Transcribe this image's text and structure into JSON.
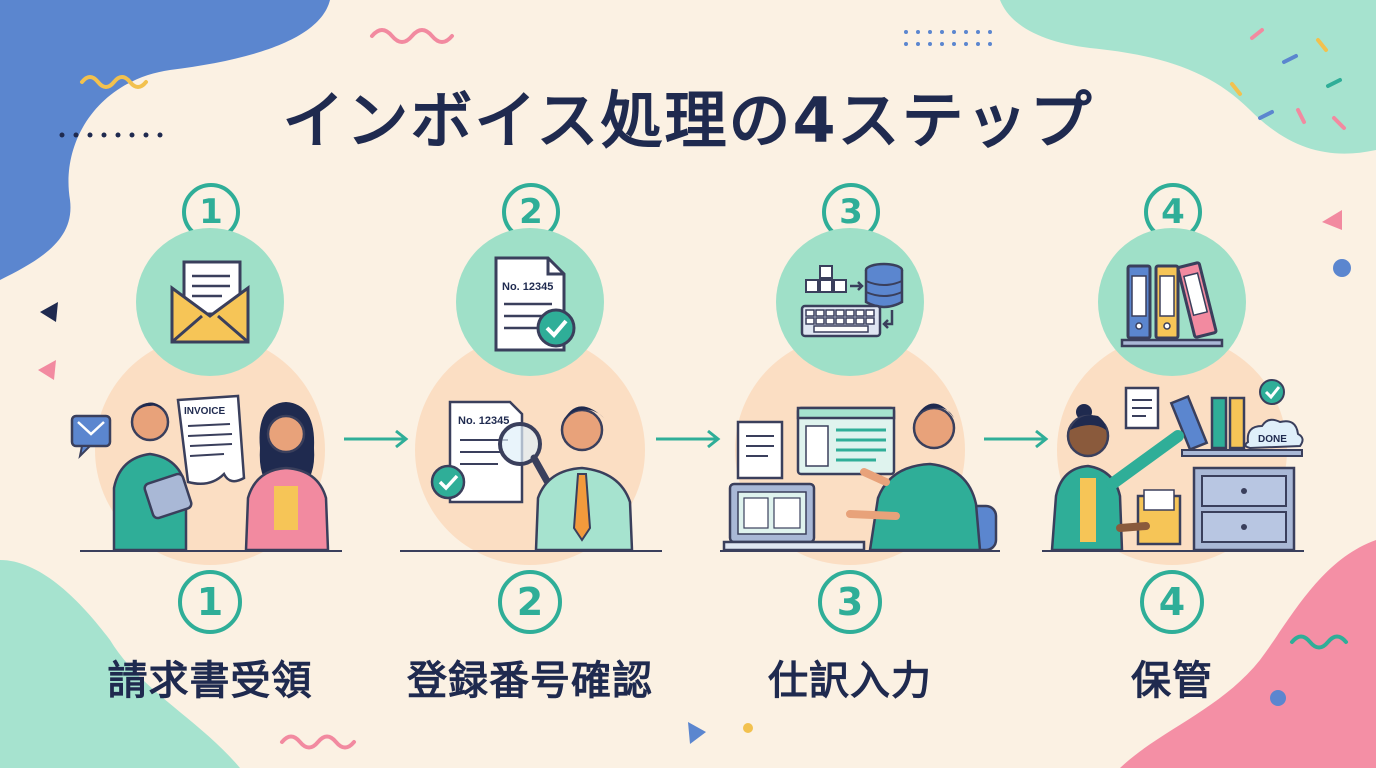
{
  "title": "インボイス処理の4ステップ",
  "steps": [
    {
      "number": "1",
      "label": "請求書受領",
      "icon": "envelope-with-letter-icon",
      "scene_text": "INVOICE",
      "scene_icon": "mail-chat-bubble-icon"
    },
    {
      "number": "2",
      "label": "登録番号確認",
      "icon": "document-check-icon",
      "icon_text": "No. 12345",
      "scene_text": "No. 12345",
      "scene_icon": "magnifier-icon"
    },
    {
      "number": "3",
      "label": "仕訳入力",
      "icon": "keyboard-database-icon",
      "scene_icon": "laptop-icon"
    },
    {
      "number": "4",
      "label": "保管",
      "icon": "binders-shelf-icon",
      "scene_text": "DONE",
      "scene_icon": "cabinet-icon"
    }
  ],
  "colors": {
    "background": "#fbf1e3",
    "accent": "#2fae98",
    "title": "#1f2a4f",
    "mint_circle": "#9fe0c8",
    "peach_circle": "#fbd7b8"
  }
}
